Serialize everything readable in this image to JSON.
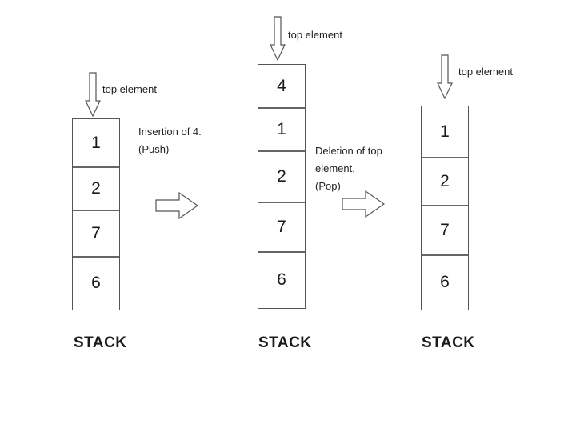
{
  "stacks": [
    {
      "caption": "STACK",
      "top_label": "top element",
      "cells": [
        "1",
        "2",
        "7",
        "6"
      ]
    },
    {
      "caption": "STACK",
      "top_label": "top element",
      "cells": [
        "4",
        "1",
        "2",
        "7",
        "6"
      ]
    },
    {
      "caption": "STACK",
      "top_label": "top element",
      "cells": [
        "1",
        "2",
        "7",
        "6"
      ]
    }
  ],
  "operations": {
    "push": {
      "line1": "Insertion of 4.",
      "line2": "(Push)"
    },
    "pop": {
      "line1": "Deletion of top",
      "line2": "element.",
      "line3": "(Pop)"
    }
  },
  "icons": {
    "pointer": "down-arrow-icon",
    "transition": "right-arrow-icon"
  }
}
